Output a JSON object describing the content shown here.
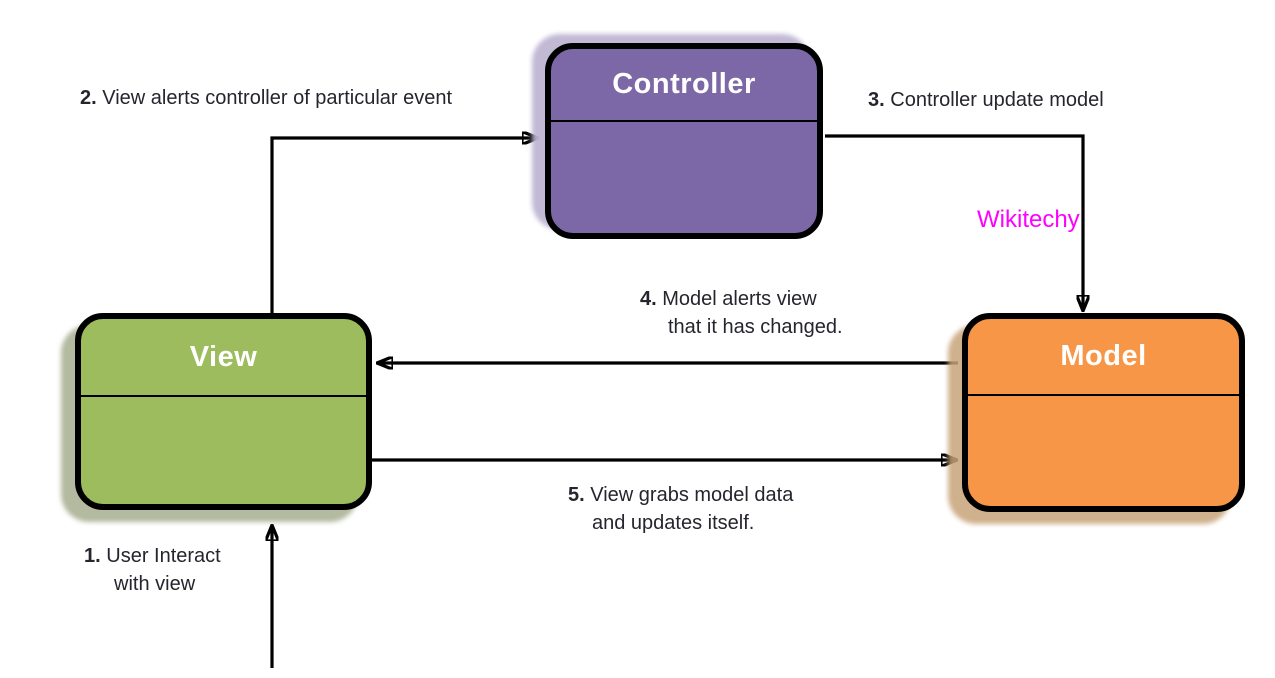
{
  "diagram": {
    "type": "flow-diagram",
    "subject": "Model-View-Controller (MVC) pattern",
    "background": "#FFFFFF",
    "border_color": "#000000",
    "arrow_color": "#000000",
    "nodes": {
      "controller": {
        "label": "Controller",
        "fill": "#7D68A7",
        "text_color": "#FFFFFF",
        "shadow": "#BFB5D2"
      },
      "view": {
        "label": "View",
        "fill": "#9CBC5E",
        "text_color": "#FFFFFF",
        "shadow": "#9AA380"
      },
      "model": {
        "label": "Model",
        "fill": "#F79646",
        "text_color": "#FFFFFF",
        "shadow": "#C8A379"
      }
    },
    "steps": {
      "step1": {
        "number": "1.",
        "line1": "User Interact",
        "line2": "with view"
      },
      "step2": {
        "number": "2.",
        "text": "View alerts controller of particular event"
      },
      "step3": {
        "number": "3.",
        "text": "Controller update model"
      },
      "step4": {
        "number": "4.",
        "line1": "Model alerts view",
        "line2": "that it has changed."
      },
      "step5": {
        "number": "5.",
        "line1": "View grabs model data",
        "line2": "and updates itself."
      }
    },
    "arrows": {
      "user_to_view": "bottom edge up into View",
      "view_to_controller": "View top, up then right into Controller",
      "controller_to_model": "Controller right, right then down into Model",
      "model_to_view": "Model left to View right (upper)",
      "view_to_model": "View right to Model left (lower)"
    },
    "watermark": {
      "text": "Wikitechy",
      "color": "#FF00FF"
    }
  }
}
